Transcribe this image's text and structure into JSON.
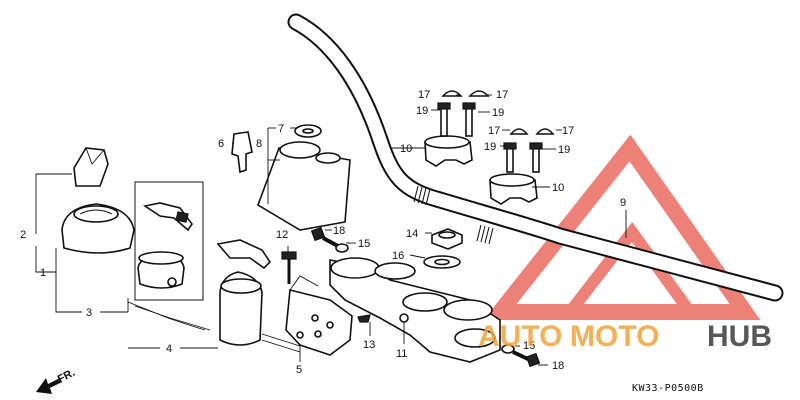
{
  "callouts": {
    "c1": "1",
    "c2": "2",
    "c3": "3",
    "c4": "4",
    "c5": "5",
    "c6": "6",
    "c7": "7",
    "c8": "8",
    "c9": "9",
    "c10a": "10",
    "c10b": "10",
    "c11": "11",
    "c12": "12",
    "c13": "13",
    "c14": "14",
    "c15a": "15",
    "c15b": "15",
    "c16": "16",
    "c17a": "17",
    "c17b": "17",
    "c17c": "17",
    "c17d": "17",
    "c18a": "18",
    "c18b": "18",
    "c19a": "19",
    "c19b": "19",
    "c19c": "19",
    "c19d": "19"
  },
  "direction_label": "FR.",
  "diagram_code": "KW33-P0500B",
  "watermark": {
    "text_auto": "AUTO",
    "text_moto": "MOTO",
    "text_hub": "HUB",
    "color_primary": "#e8574c",
    "color_secondary": "#f2a33a",
    "color_dark": "#3a3a3a"
  }
}
